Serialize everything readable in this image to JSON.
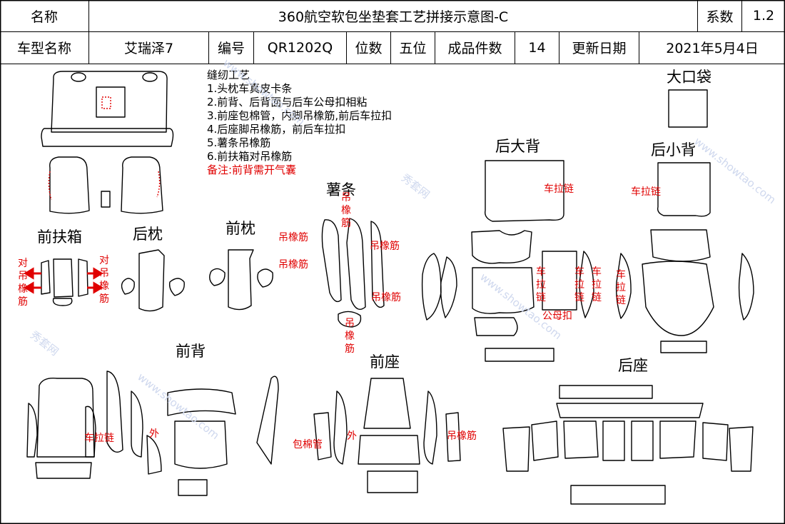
{
  "header": {
    "name_label": "名称",
    "title": "360航空软包坐垫套工艺拼接示意图-C",
    "coef_label": "系数",
    "coef_value": "1.2",
    "model_label": "车型名称",
    "model_value": "艾瑞泽7",
    "code_label": "编号",
    "code_value": "QR1202Q",
    "seats_label": "位数",
    "seats_value": "五位",
    "pieces_label": "成品件数",
    "pieces_value": "14",
    "date_label": "更新日期",
    "date_value": "2021年5月4日"
  },
  "notes": {
    "title": "缝纫工艺",
    "items": [
      "1.头枕车真皮卡条",
      "2.前背、后背面与后车公母扣相粘",
      "3.前座包棉管，内脚吊橡筋,前后车拉扣",
      "4.后座脚吊橡筋，前后车拉扣",
      "5.薯条吊橡筋",
      "6.前扶箱对吊橡筋"
    ],
    "remark": "备注:前背需开气囊"
  },
  "sections": {
    "big_pocket": "大口袋",
    "rear_big_back": "后大背",
    "rear_small_back": "后小背",
    "fries": "薯条",
    "front_armrest": "前扶箱",
    "rear_headrest": "后枕",
    "front_headrest": "前枕",
    "front_back": "前背",
    "front_seat": "前座",
    "rear_seat": "后座"
  },
  "annotations": {
    "zipper": "车拉链",
    "elastic": "吊橡筋",
    "pair_elastic": "对吊橡筋",
    "snap": "公母扣",
    "outer": "外",
    "cotton_tube": "包棉管"
  },
  "colors": {
    "annotation_red": "#e00000",
    "line": "#000000",
    "watermark": "#cfd8ee"
  },
  "watermark": {
    "a": "秀套网",
    "b": "www.showtao.com"
  }
}
